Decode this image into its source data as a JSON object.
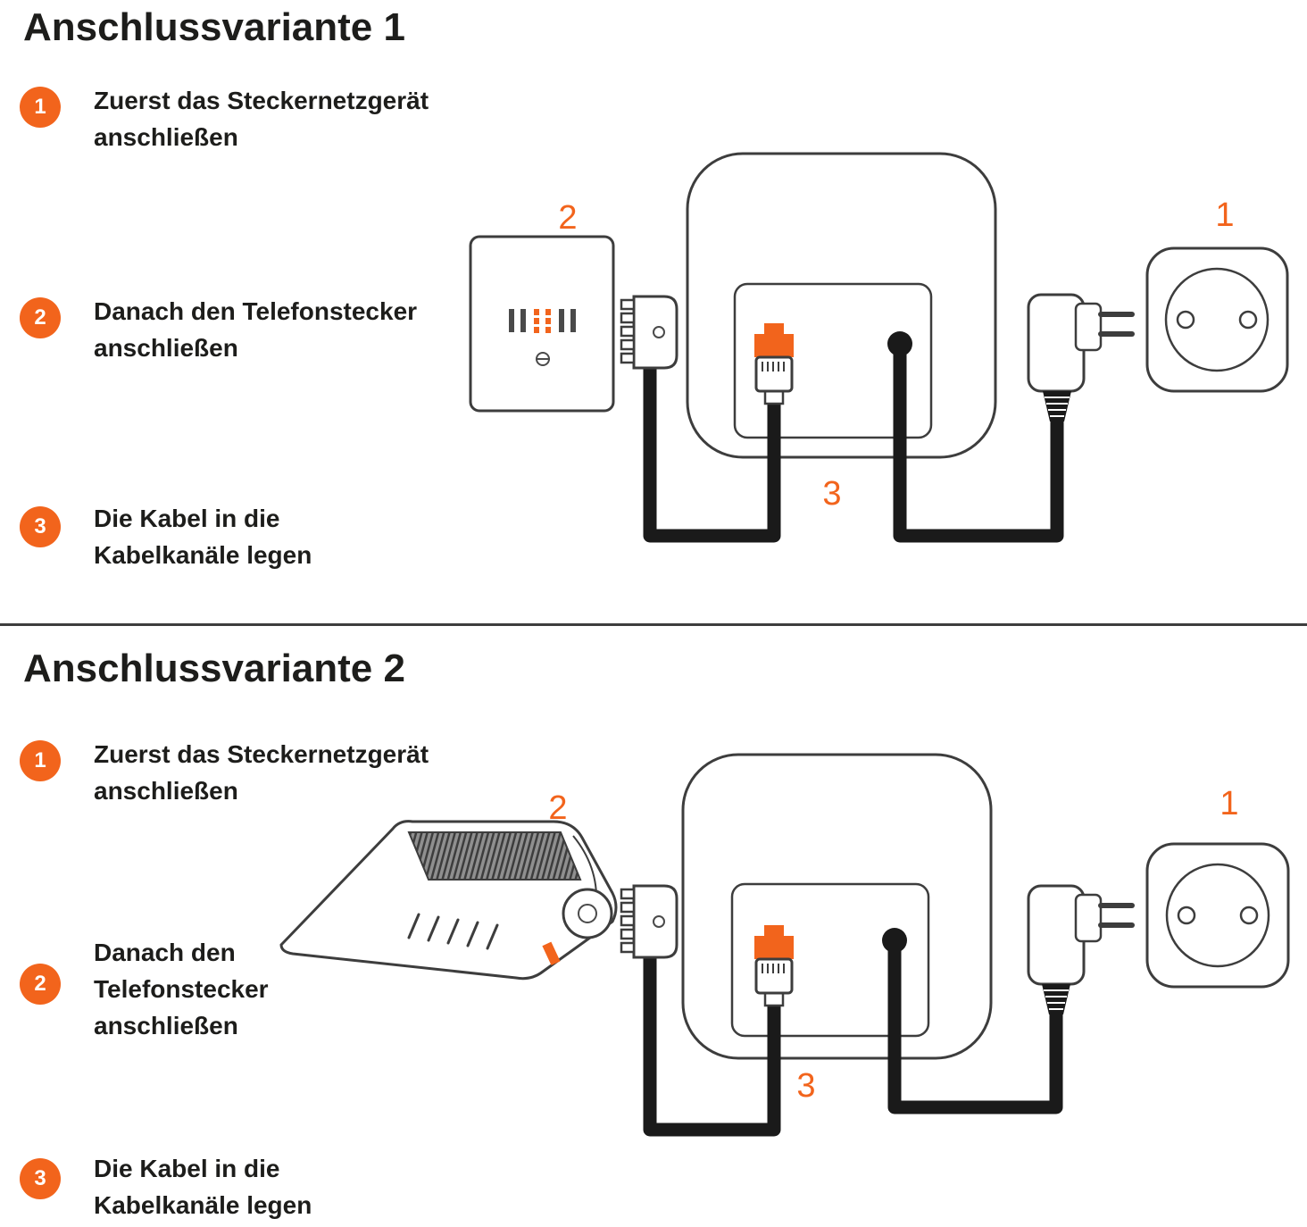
{
  "colors": {
    "accent": "#F2641C",
    "outline": "#3d3d3d",
    "cable": "#1a1a1a",
    "text": "#1d1d1b",
    "background": "#ffffff"
  },
  "sections": [
    {
      "title": "Anschlussvariante 1",
      "steps": [
        {
          "num": "1",
          "text": "Zuerst das Steckernetzgerät\nanschließen"
        },
        {
          "num": "2",
          "text": "Danach den Telefonstecker\nanschließen"
        },
        {
          "num": "3",
          "text": "Die Kabel in die\nKabelkanäle legen"
        }
      ],
      "diagram": {
        "label_wall_socket": "2",
        "label_power_outlet": "1",
        "label_cable_channels": "3"
      }
    },
    {
      "title": "Anschlussvariante 2",
      "steps": [
        {
          "num": "1",
          "text": "Zuerst das Steckernetzgerät\nanschließen"
        },
        {
          "num": "2",
          "text": "Danach den\nTelefonstecker\nanschließen"
        },
        {
          "num": "3",
          "text": "Die Kabel in die\nKabelkanäle legen"
        }
      ],
      "diagram": {
        "label_router": "2",
        "label_power_outlet": "1",
        "label_cable_channels": "3"
      }
    }
  ]
}
